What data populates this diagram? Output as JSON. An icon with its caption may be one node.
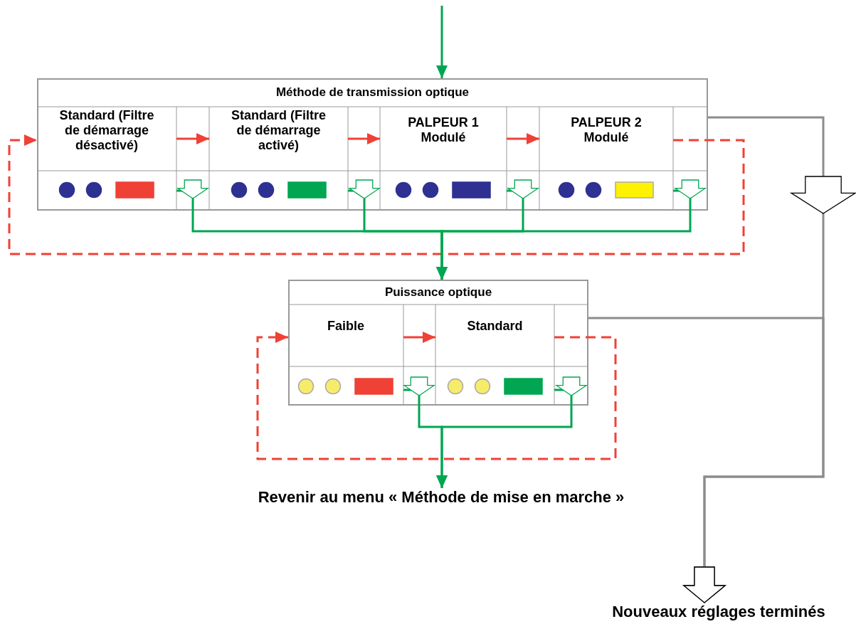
{
  "diagram": {
    "nodes": [
      {
        "text": [
          "Méthode de transmission optique"
        ]
      },
      {
        "text": [
          "Standard (Filtre de démarrage désactivé)"
        ],
        "in": 0
      },
      {
        "text": [
          "Standard (Filtre de démarrage activé)"
        ],
        "in": 0
      },
      {
        "text": [
          "PALPEUR 1 Modulé"
        ],
        "in": 0
      },
      {
        "text": [
          "PALPEUR 2 Modulé"
        ],
        "in": 0
      },
      {
        "text": [
          "Puissance optique"
        ]
      },
      {
        "text": [
          "Faible"
        ],
        "in": 5
      },
      {
        "text": [
          "Standard"
        ],
        "in": 5
      },
      {
        "text": [
          "Revenir au menu « Méthode de mise en marche »"
        ]
      },
      {
        "text": [
          "Nouveaux réglages terminés"
        ]
      }
    ],
    "edges": [
      {
        "from": null,
        "to": 0,
        "arrow": "to"
      },
      {
        "from": 1,
        "to": 2,
        "arrow": "to",
        "color": "#ef4136"
      },
      {
        "from": 2,
        "to": 3,
        "arrow": "to",
        "color": "#ef4136"
      },
      {
        "from": 3,
        "to": 4,
        "arrow": "to",
        "color": "#ef4136"
      },
      {
        "from": 4,
        "to": 1,
        "arrow": "to",
        "style": "dashed",
        "color": "#ef4136"
      },
      {
        "from": 1,
        "to": 5,
        "arrow": "to"
      },
      {
        "from": 2,
        "to": 5,
        "arrow": "to"
      },
      {
        "from": 3,
        "to": 5,
        "arrow": "to"
      },
      {
        "from": 4,
        "to": 5,
        "arrow": "to"
      },
      {
        "from": 0,
        "to": 9,
        "arrow": "to",
        "color": "#8c8c8c"
      },
      {
        "from": 5,
        "to": 9,
        "arrow": "to",
        "color": "#8c8c8c"
      },
      {
        "from": 6,
        "to": 7,
        "arrow": "to",
        "color": "#ef4136"
      },
      {
        "from": 7,
        "to": 6,
        "arrow": "to",
        "style": "dashed",
        "color": "#ef4136"
      },
      {
        "from": 6,
        "to": 8,
        "arrow": "to"
      },
      {
        "from": 7,
        "to": 8,
        "arrow": "to"
      }
    ]
  }
}
